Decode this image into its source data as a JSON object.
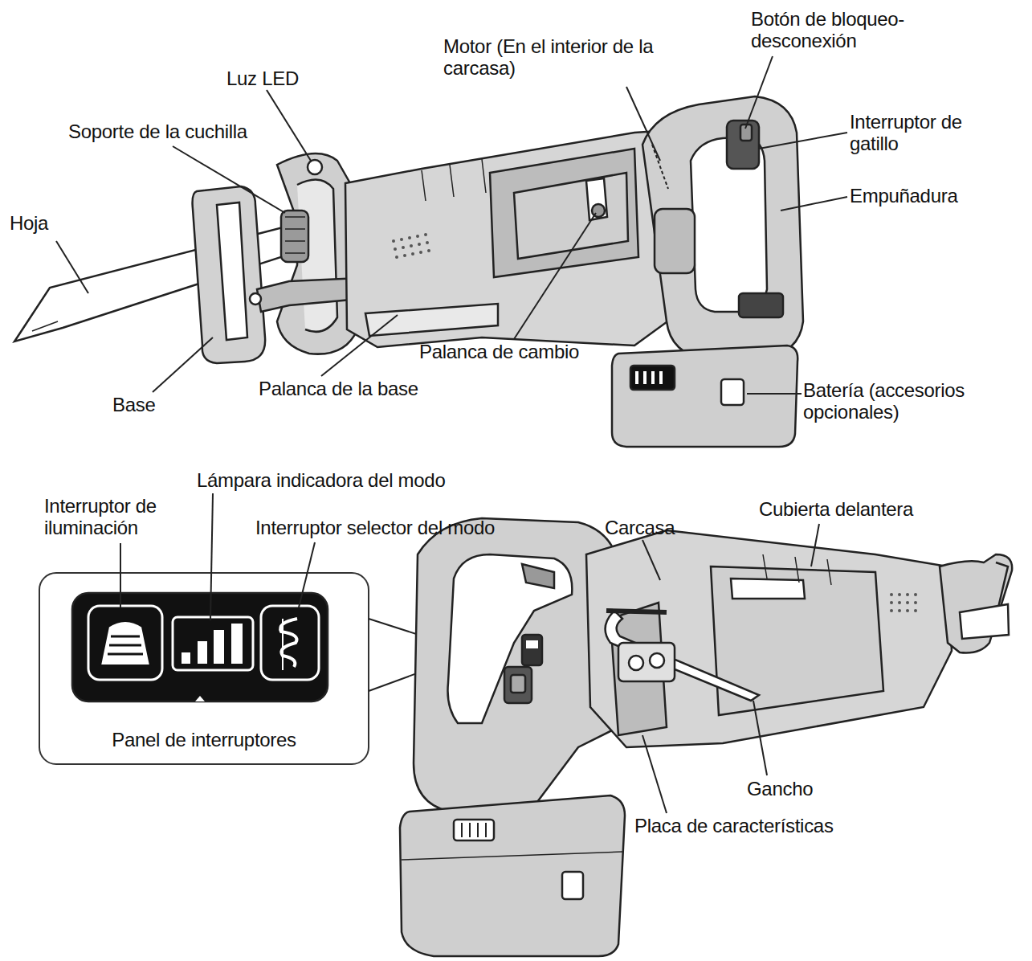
{
  "diagram": {
    "nodes": [
      {
        "text": [
          "Panel de interruptores"
        ]
      }
    ],
    "labels": [
      "Botón de bloqueo-desconexión",
      "Motor (En el interior de la carcasa)",
      "Luz LED",
      "Soporte de la cuchilla",
      "Interruptor de gatillo",
      "Empuñadura",
      "Hoja",
      "Palanca de cambio",
      "Base",
      "Palanca de la base",
      "Batería (accesorios opcionales)",
      "Lámpara indicadora del modo",
      "Interruptor de iluminación",
      "Interruptor selector del modo",
      "Carcasa",
      "Cubierta delantera",
      "Gancho",
      "Placa de características"
    ]
  }
}
